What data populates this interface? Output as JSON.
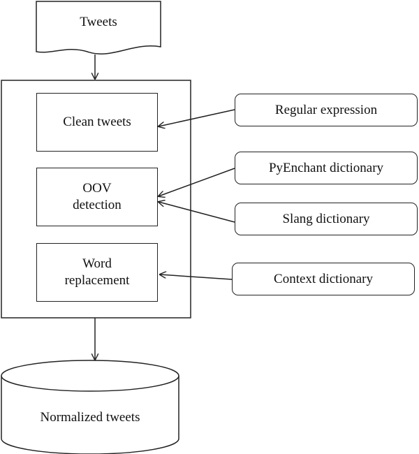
{
  "input": {
    "label": "Tweets"
  },
  "steps": {
    "clean": {
      "label": "Clean tweets"
    },
    "oov": {
      "line1": "OOV",
      "line2": "detection"
    },
    "replace": {
      "line1": "Word",
      "line2": "replacement"
    }
  },
  "resources": {
    "regex": {
      "label": "Regular expression"
    },
    "pyenchant": {
      "label": "PyEnchant dictionary"
    },
    "slang": {
      "label": "Slang dictionary"
    },
    "context": {
      "label": "Context dictionary"
    }
  },
  "output": {
    "label": "Normalized tweets"
  }
}
